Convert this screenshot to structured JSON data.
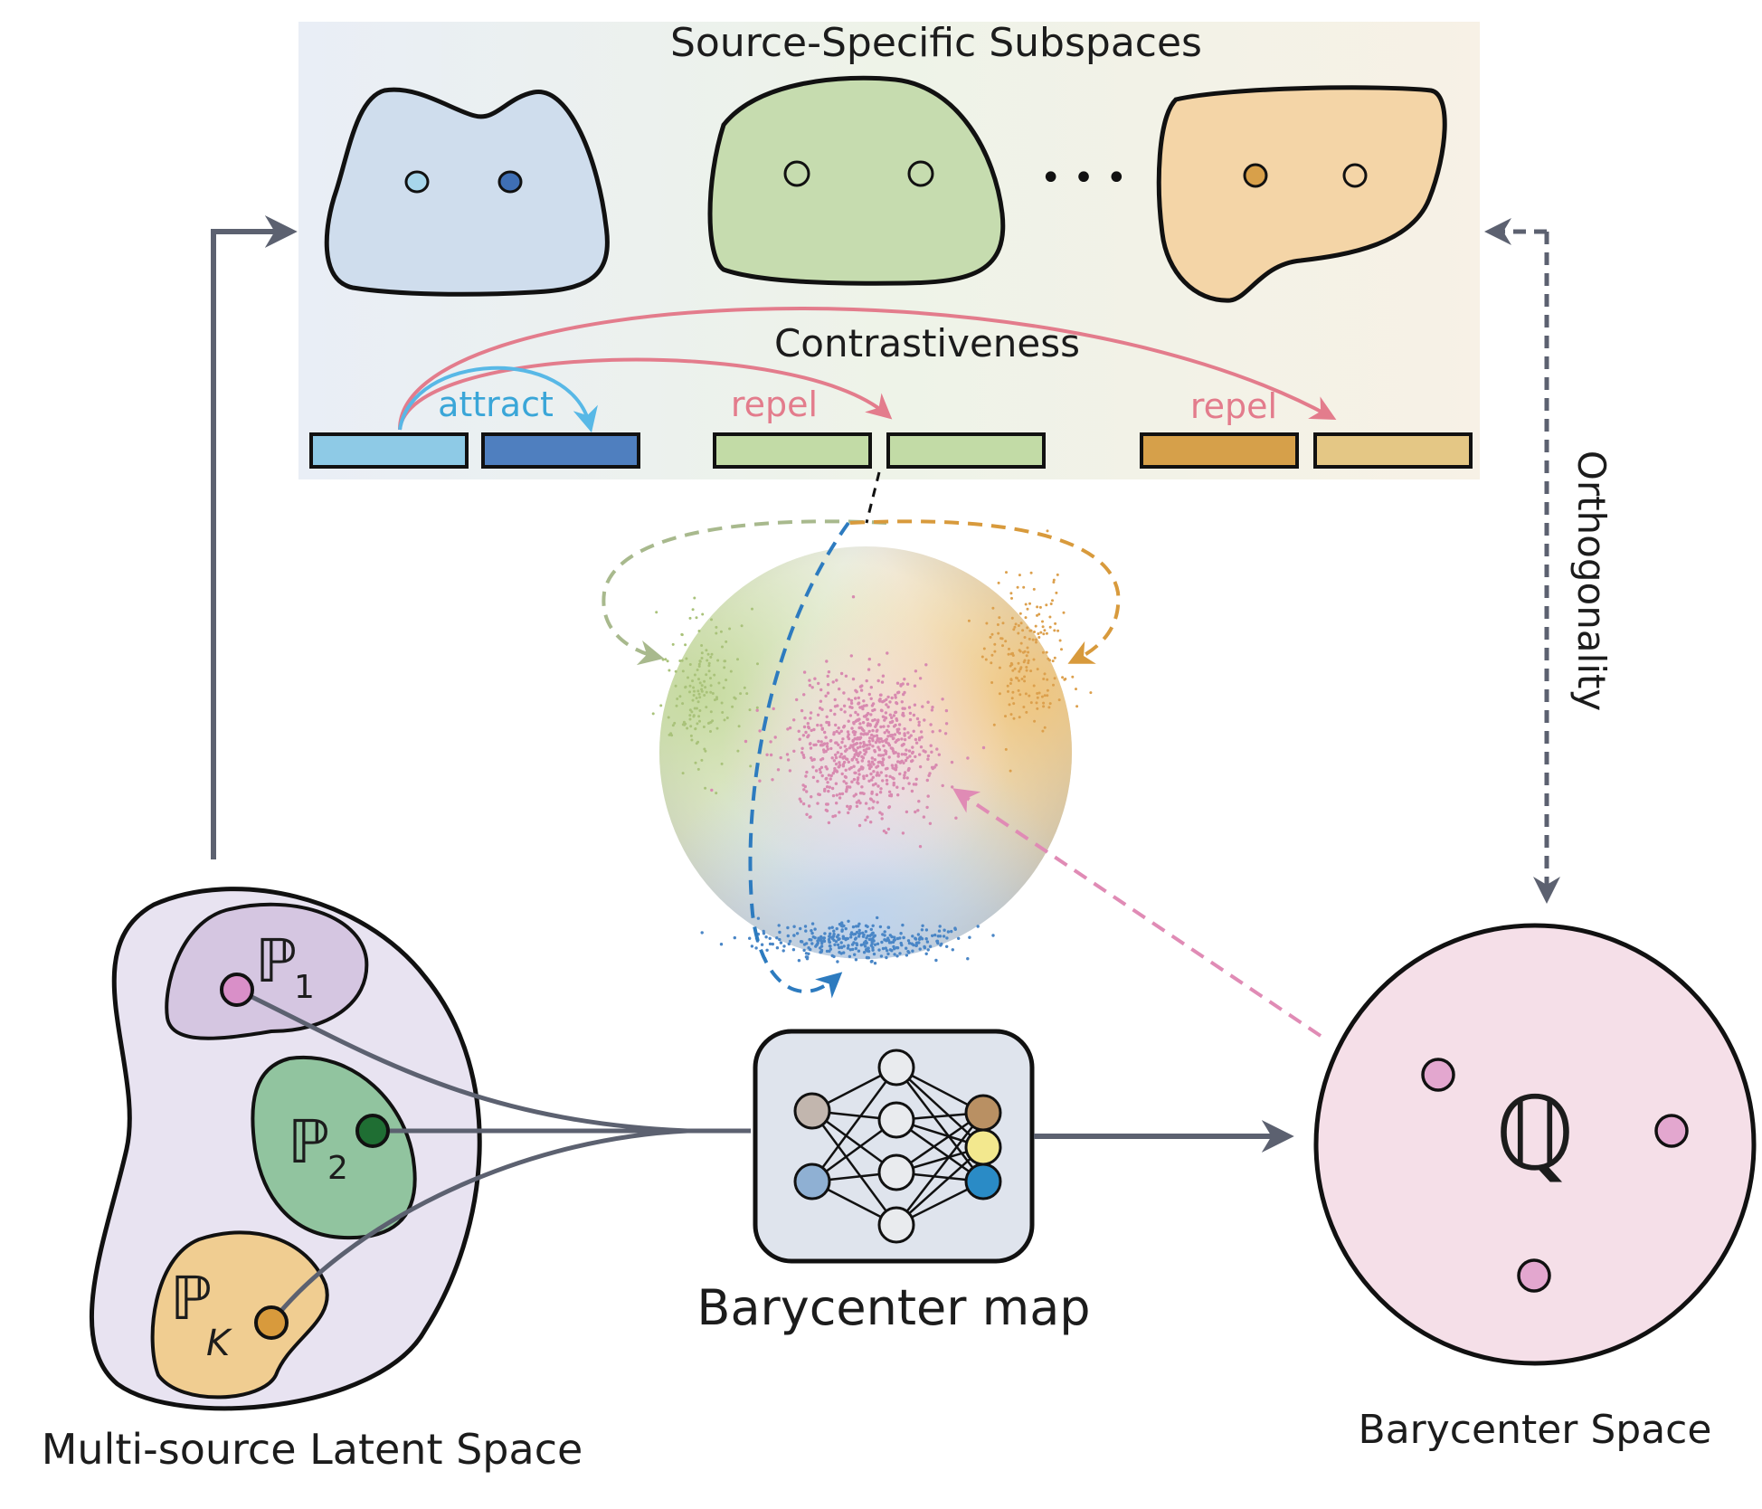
{
  "title": "Source-Specific Subspaces",
  "contrast": {
    "label": "Contrastiveness",
    "attract_label": "attract",
    "repel_label_1": "repel",
    "repel_label_2": "repel"
  },
  "orthogonality_label": "Orthogonality",
  "barycenter_map_label": "Barycenter map",
  "multi_source_label": "Multi-source Latent Space",
  "barycenter_space_label": "Barycenter Space",
  "ellipsis": "• • •",
  "distributions": [
    {
      "symbol": "ℙ",
      "subscript": "1"
    },
    {
      "symbol": "ℙ",
      "subscript": "2"
    },
    {
      "symbol": "ℙ",
      "subscript": "K"
    }
  ],
  "barycenter_symbol": "ℚ",
  "colors": {
    "blue_light": "#8ecae6",
    "blue_dark": "#4f7fbf",
    "green": "#c2dba6",
    "orange_dark": "#d6a04a",
    "orange_light": "#e4c785",
    "repel": "#e37c8c",
    "attract": "#58b8e6",
    "arrow_gray": "#5c6170"
  },
  "icons": [
    "right-arrow-icon",
    "dashed-double-arrow-icon",
    "neural-network-icon",
    "sphere-scatter-icon"
  ]
}
